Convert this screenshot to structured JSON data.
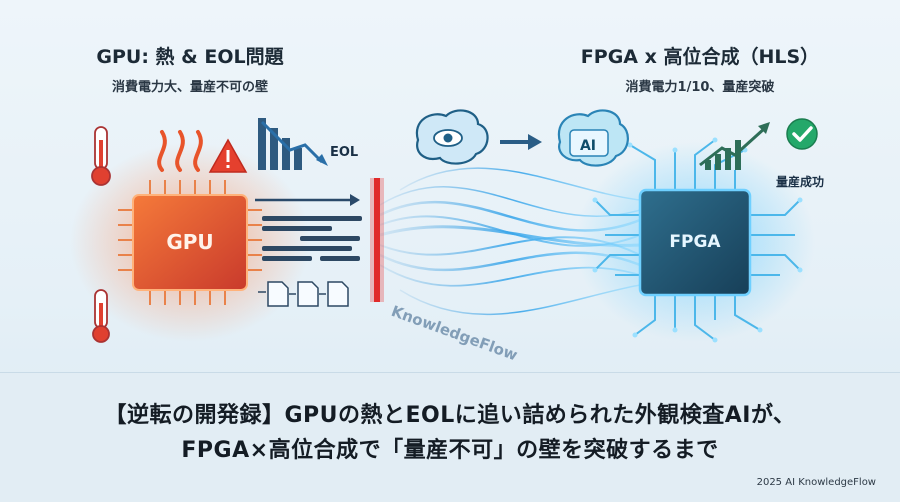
{
  "left": {
    "title": "GPU: 熱 & EOL問題",
    "subtitle": "消費電力大、量産不可の壁",
    "eol_label": "EOL",
    "chip_label": "GPU"
  },
  "right": {
    "title": "FPGA x 高位合成（HLS）",
    "subtitle": "消費電力1/10、量産突破",
    "success_label": "量産成功",
    "chip_label": "FPGA",
    "ai_label": "AI"
  },
  "watermark": "KnowledgeFlow",
  "headline": {
    "line1": "【逆転の開発録】GPUの熱とEOLに追い詰められた外観検査AIが、",
    "line2": "FPGA×高位合成で「量産不可」の壁を突破するまで"
  },
  "copyright": "2025 AI KnowledgeFlow",
  "colors": {
    "hot": "#e8542a",
    "cool": "#2b8fd6",
    "barrier": "#e02a2a",
    "dark": "#1c2a36"
  },
  "icons": [
    "thermometer-icon",
    "heat-waves-icon",
    "warning-icon",
    "declining-chart-icon",
    "document-icon",
    "brain-eye-icon",
    "ai-brain-icon",
    "arrow-right-icon",
    "rising-chart-icon",
    "check-circle-icon"
  ]
}
